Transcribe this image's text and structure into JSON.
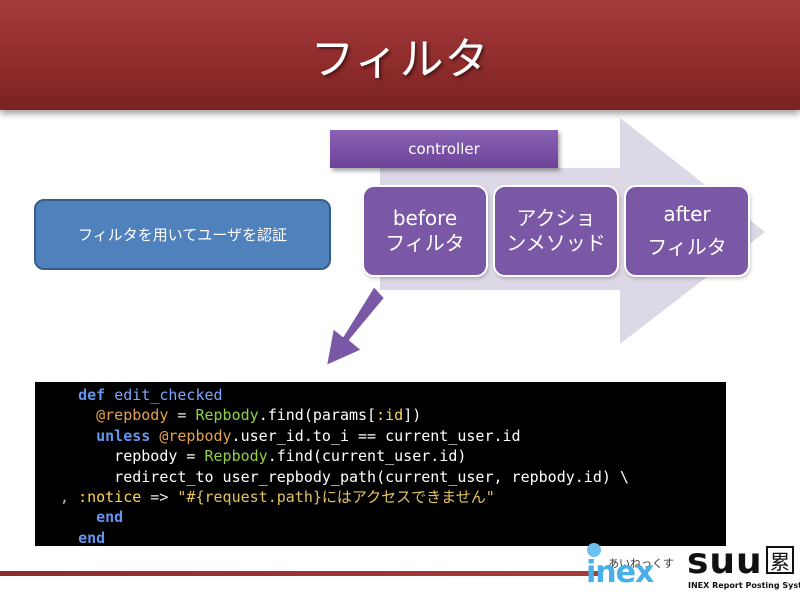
{
  "slide": {
    "title": "フィルタ"
  },
  "diagram": {
    "controller_label": "controller",
    "left_box_label": "フィルタを用いてユーザを認証",
    "boxes": [
      {
        "line1": "before",
        "line2": "フィルタ"
      },
      {
        "line1": "アクショ",
        "line2": "ンメソッド"
      },
      {
        "line1": "after",
        "line2": "フィルタ"
      }
    ],
    "colors": {
      "title_bar": "#8e2b2b",
      "purple_box": "#7a58a6",
      "blue_box": "#4f81bd",
      "arrow": "#dcd8e6"
    }
  },
  "code": {
    "lines": [
      [
        {
          "t": "  "
        },
        {
          "t": "def",
          "c": "kw"
        },
        {
          "t": " "
        },
        {
          "t": "edit_checked",
          "c": "fn"
        }
      ],
      [
        {
          "t": "    "
        },
        {
          "t": "@repbody",
          "c": "ivar"
        },
        {
          "t": " = ",
          "c": "op"
        },
        {
          "t": "Repbody",
          "c": "cls"
        },
        {
          "t": ".find(params["
        },
        {
          "t": ":id",
          "c": "sym"
        },
        {
          "t": "])"
        }
      ],
      [
        {
          "t": "    "
        },
        {
          "t": "unless",
          "c": "kw"
        },
        {
          "t": " "
        },
        {
          "t": "@repbody",
          "c": "ivar"
        },
        {
          "t": ".user_id.to_i == current_user.id"
        }
      ],
      [
        {
          "t": "      repbody = "
        },
        {
          "t": "Repbody",
          "c": "cls"
        },
        {
          "t": ".find(current_user.id)"
        }
      ],
      [
        {
          "t": "      redirect_to user_repbody_path(current_user, repbody.id) \\"
        }
      ],
      [
        {
          "t": ", ",
          "c": "dim"
        },
        {
          "t": ":notice",
          "c": "sym"
        },
        {
          "t": " => ",
          "c": "op"
        },
        {
          "t": "\"#{request.path}にはアクセスできません\"",
          "c": "str"
        }
      ],
      [
        {
          "t": "    "
        },
        {
          "t": "end",
          "c": "kw"
        }
      ],
      [
        {
          "t": "  "
        },
        {
          "t": "end",
          "c": "kw"
        }
      ]
    ]
  },
  "logos": {
    "inex_small": "あいねっくす",
    "inex_main": "inex",
    "suu_main": "suu",
    "suu_kanji": "累",
    "suu_sub": "INEX Report Posting System"
  }
}
